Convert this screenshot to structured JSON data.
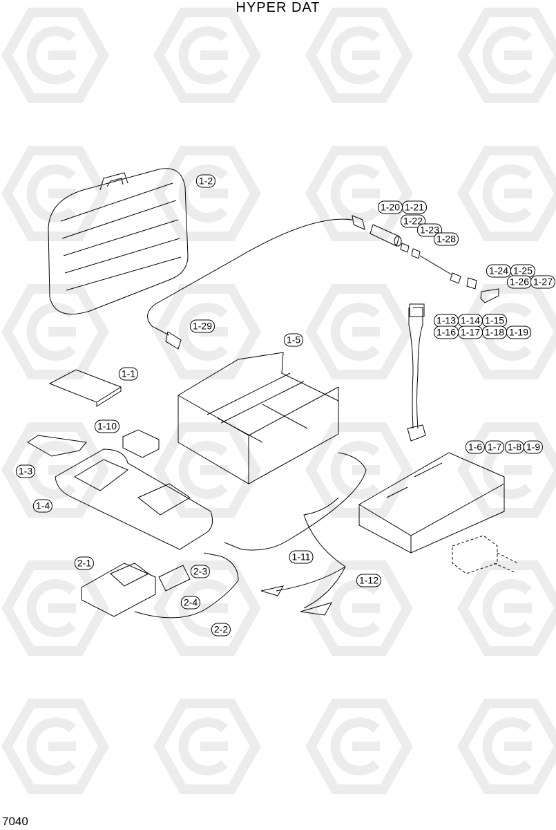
{
  "title": "HYPER DAT",
  "page_number": "7040",
  "watermark_icon": "hyundai-logo-watermark",
  "part_labels": [
    "1-2",
    "1-20",
    "1-21",
    "1-22",
    "1-23",
    "1-28",
    "1-24",
    "1-25",
    "1-26",
    "1-27",
    "1-13",
    "1-14",
    "1-15",
    "1-16",
    "1-17",
    "1-18",
    "1-19",
    "1-29",
    "1-5",
    "1-1",
    "1-10",
    "1-3",
    "1-4",
    "1-6",
    "1-7",
    "1-8",
    "1-9",
    "1-11",
    "1-12",
    "2-1",
    "2-3",
    "2-4",
    "2-2"
  ]
}
